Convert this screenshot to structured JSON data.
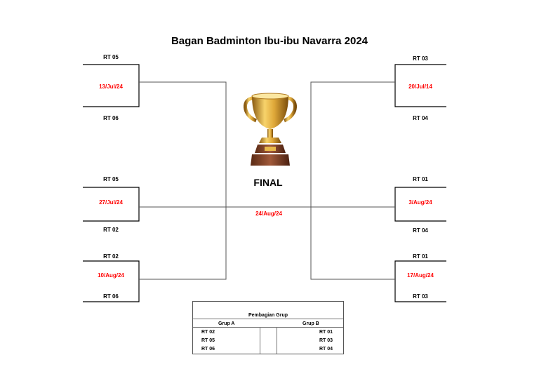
{
  "title": "Bagan Badminton Ibu-ibu Navarra 2024",
  "left_matches": [
    {
      "top_team": "RT 05",
      "date": "13/Jul/24",
      "bottom_team": "RT 06"
    },
    {
      "top_team": "RT 05",
      "date": "27/Jul/24",
      "bottom_team": "RT 02"
    },
    {
      "top_team": "RT 02",
      "date": "10/Aug/24",
      "bottom_team": "RT 06"
    }
  ],
  "right_matches": [
    {
      "top_team": "RT 03",
      "date": "20/Jul/14",
      "bottom_team": "RT 04"
    },
    {
      "top_team": "RT 01",
      "date": "3/Aug/24",
      "bottom_team": "RT 04"
    },
    {
      "top_team": "RT 01",
      "date": "17/Aug/24",
      "bottom_team": "RT 03"
    }
  ],
  "final": {
    "label": "FINAL",
    "date": "24/Aug/24"
  },
  "trophy_icon": "trophy-icon",
  "group_table": {
    "title": "Pembagian Grup",
    "group_a": {
      "name": "Grup A",
      "teams": [
        "RT 02",
        "RT 05",
        "RT 06"
      ]
    },
    "group_b": {
      "name": "Grup B",
      "teams": [
        "RT 01",
        "RT 03",
        "RT 04"
      ]
    }
  }
}
